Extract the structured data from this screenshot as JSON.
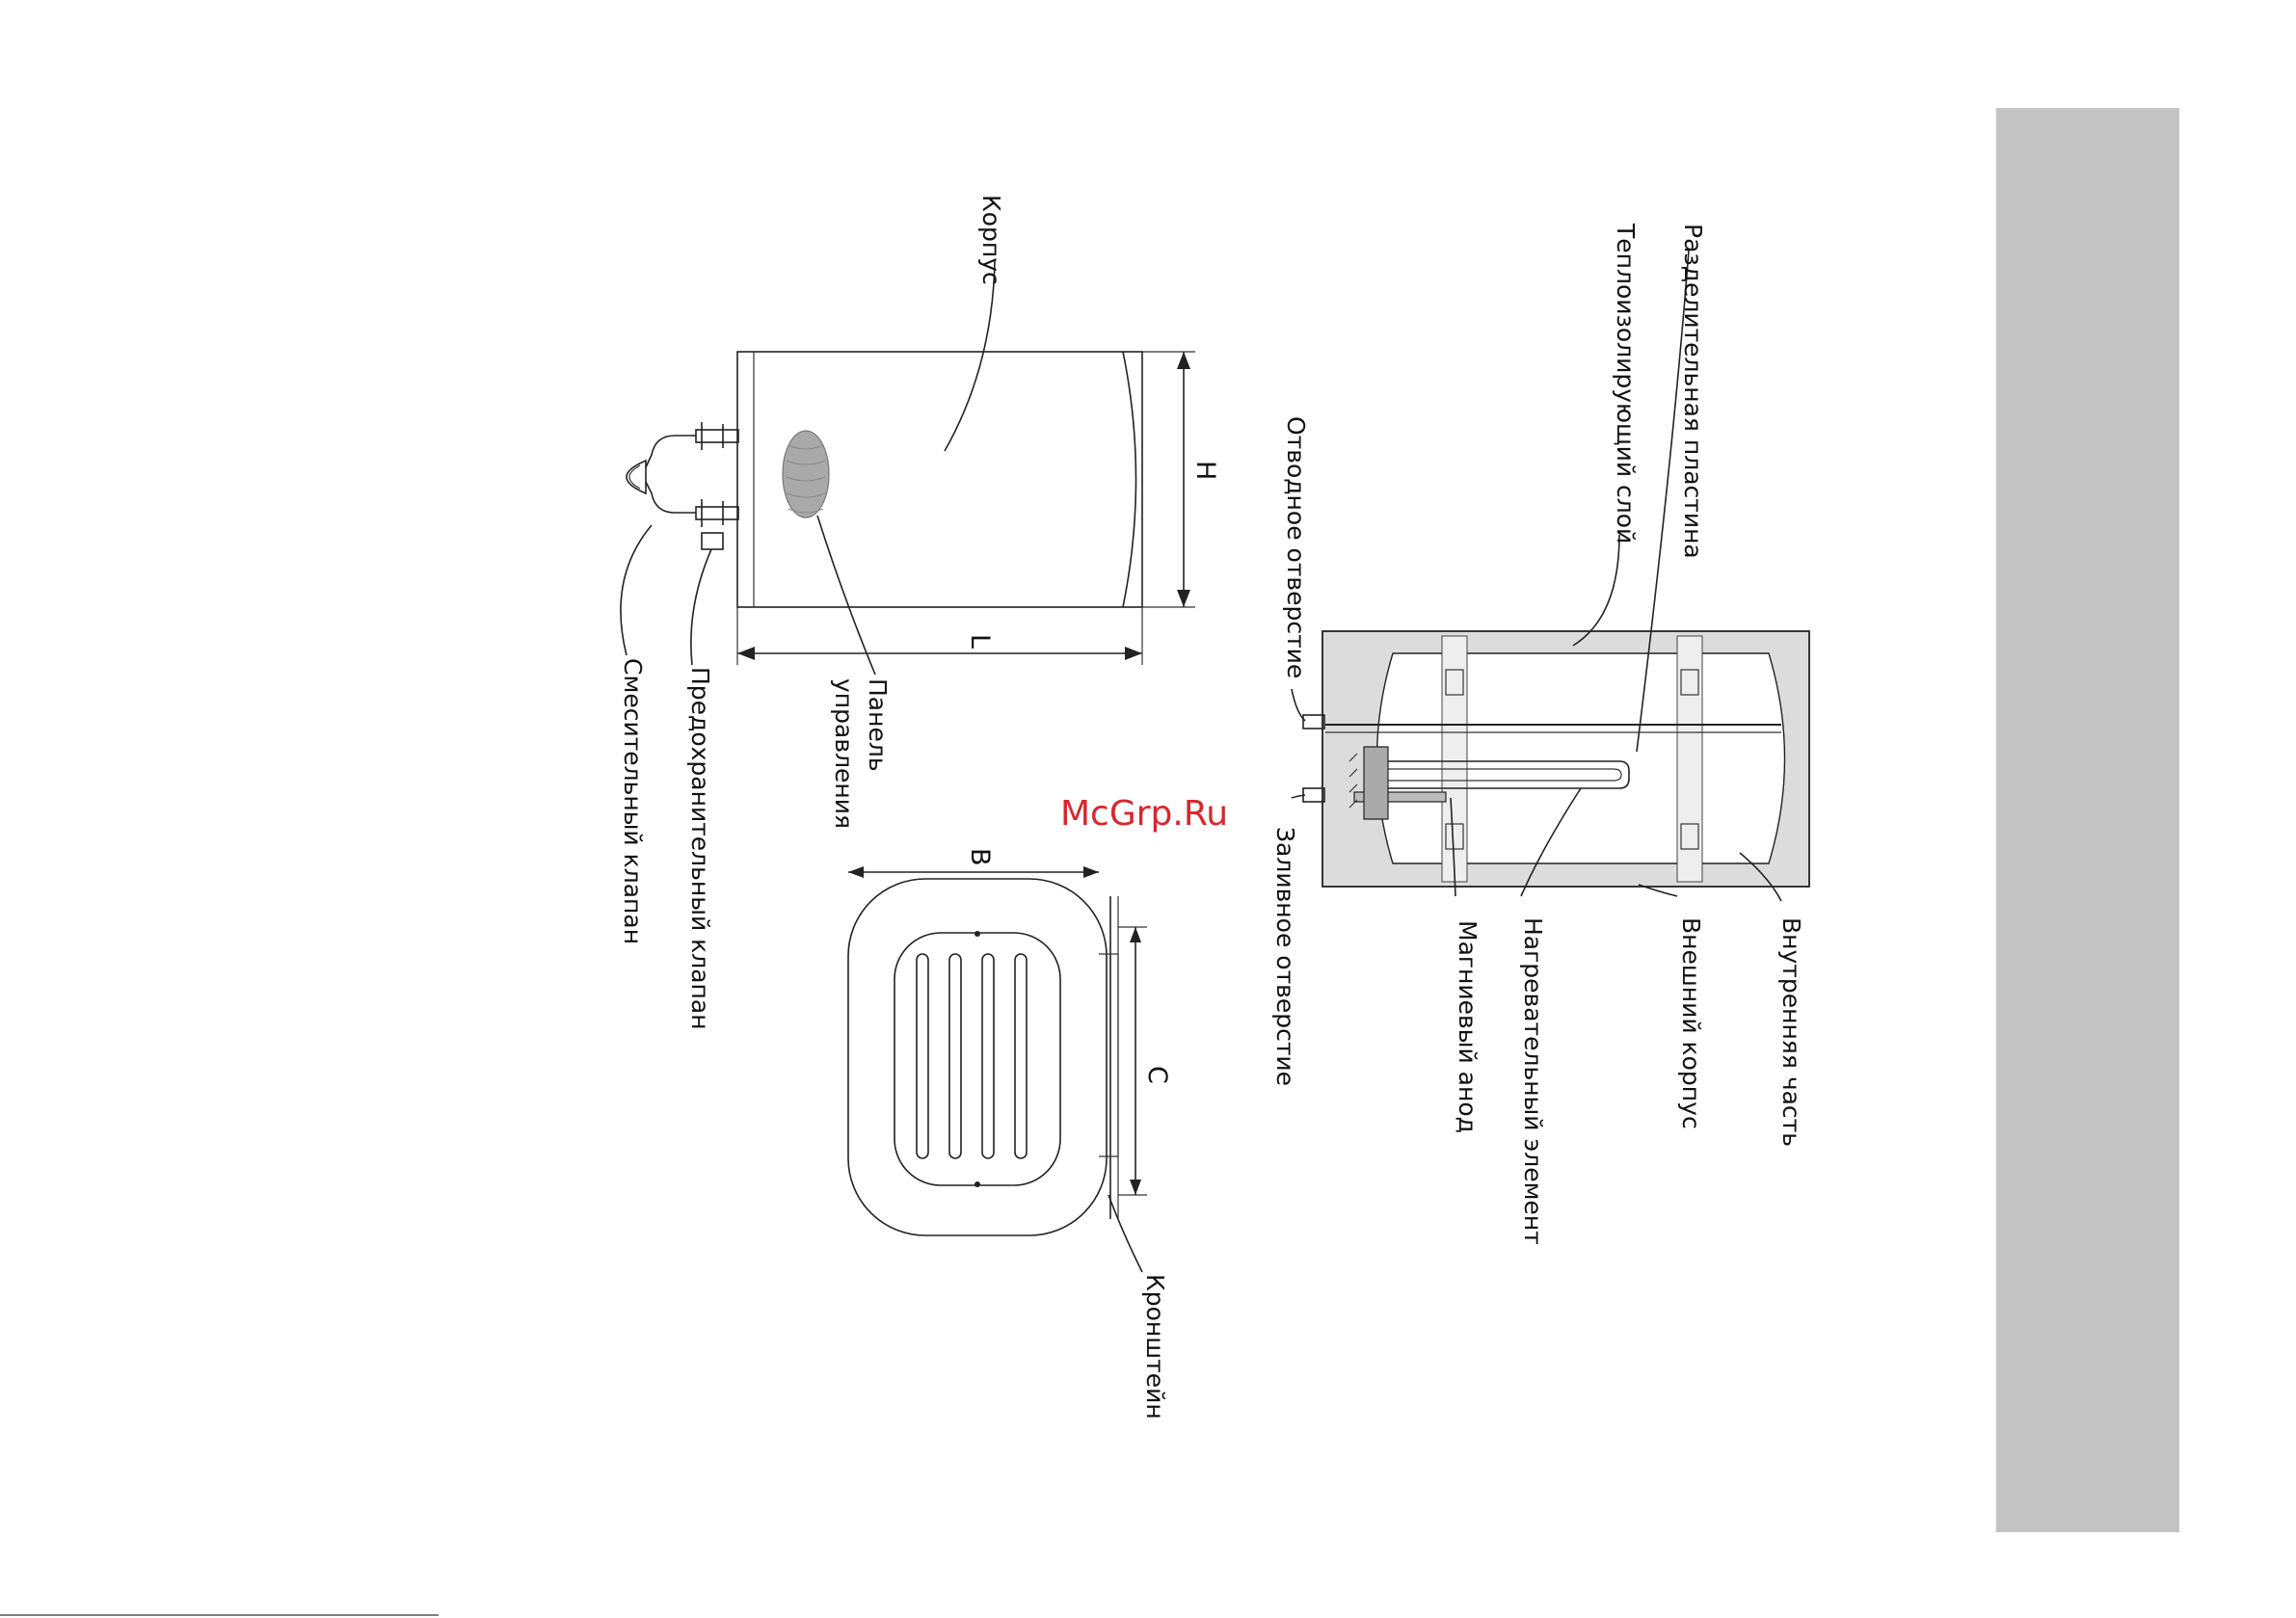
{
  "colors": {
    "background": "#ffffff",
    "line": "#222222",
    "side_tab": "#c3c3c3",
    "watermark": "#d9262c",
    "control_panel": "#a9a9a9",
    "insulation": "#dcdcdc"
  },
  "watermark": "McGrp.Ru",
  "exterior_view": {
    "labels": {
      "body": "Корпус",
      "panel_line1": "Панель",
      "panel_line2": "управления",
      "safety_valve": "Предохранительный клапан",
      "mixing_valve": "Смесительный клапан"
    },
    "dimensions": {
      "height": "H",
      "length": "L"
    }
  },
  "end_view": {
    "labels": {
      "bracket": "Кронштейн"
    },
    "dimensions": {
      "width": "B",
      "bracket_spacing": "C"
    }
  },
  "cutaway_view": {
    "labels": {
      "separator_plate": "Разделительная пластина",
      "insulation_layer": "Теплоизолирующий слой",
      "outlet": "Отводное отверстие",
      "inlet": "Заливное отверстие",
      "magnesium_anode": "Магниевый анод",
      "heating_element": "Нагревательный элемент",
      "outer_casing": "Внешний корпус",
      "inner_part": "Внутренняя часть"
    }
  }
}
